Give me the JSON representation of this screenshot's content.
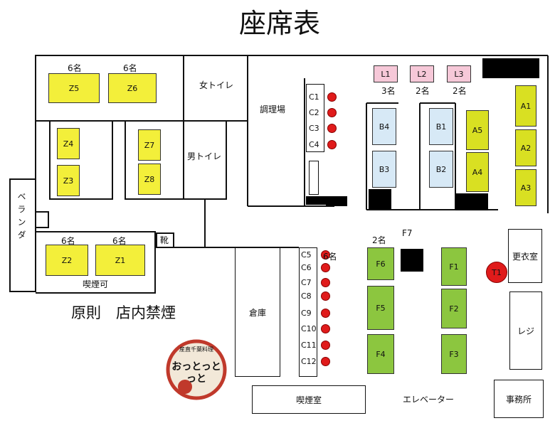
{
  "title": "座席表",
  "rooms": {
    "womens_toilet": "女トイレ",
    "mens_toilet": "男トイレ",
    "kitchen": "調理場",
    "veranda": "ベランダ",
    "shoes": "靴",
    "storage": "倉庫",
    "locker_room": "更衣室",
    "register": "レジ",
    "office": "事務所",
    "smoking_room": "喫煙室",
    "elevator": "エレベーター"
  },
  "notes": {
    "smoking_ok": "喫煙可",
    "no_smoking_policy": "原則　店内禁煙"
  },
  "capacity": {
    "z5": "6名",
    "z6": "6名",
    "z2": "6名",
    "z1": "6名",
    "l1": "3名",
    "l2": "2名",
    "l3": "2名",
    "f6": "2名",
    "c": "6名"
  },
  "tables": {
    "z5": "Z5",
    "z6": "Z6",
    "z4": "Z4",
    "z3": "Z3",
    "z7": "Z7",
    "z8": "Z8",
    "z2": "Z2",
    "z1": "Z1",
    "l1": "L1",
    "l2": "L2",
    "l3": "L3",
    "b4": "B4",
    "b3": "B3",
    "b1": "B1",
    "b2": "B2",
    "a5": "A5",
    "a4": "A4",
    "a1": "A1",
    "a2": "A2",
    "a3": "A3",
    "f6": "F6",
    "f5": "F5",
    "f4": "F4",
    "f1": "F1",
    "f2": "F2",
    "f3": "F3",
    "f7": "F7",
    "t1": "T1"
  },
  "counter_seats_top": [
    "C1",
    "C2",
    "C3",
    "C4"
  ],
  "counter_seats_bottom": [
    "C5",
    "C6",
    "C7",
    "C8",
    "C9",
    "C10",
    "C11",
    "C12"
  ],
  "logo": {
    "top_text": "産直千葉料理",
    "main_text": "おっとっとっと"
  },
  "colors": {
    "yellow_table": "#f3ef3a",
    "yellow_green_table": "#d9e022",
    "blue_table": "#d7e9f6",
    "green_table": "#8cc63f",
    "pink_table": "#f6c8d8",
    "seat_red": "#e01b1b"
  }
}
